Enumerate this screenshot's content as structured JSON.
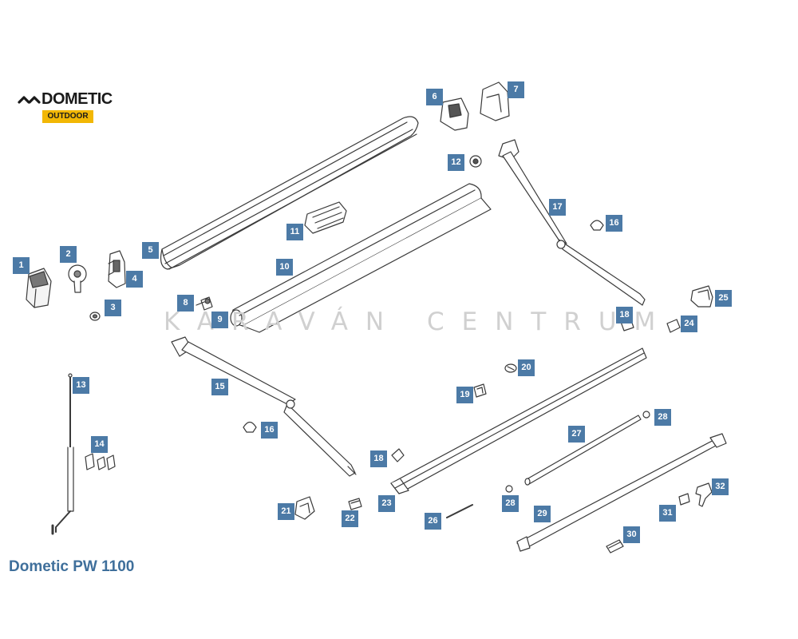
{
  "brand": {
    "name": "DOMETIC",
    "badge": "OUTDOOR",
    "badge_color": "#f2b705"
  },
  "product_title": "Dometic PW 1100",
  "watermark": "KARAVÁN CENTRUM",
  "tag_color": "#4c7aa6",
  "part_numbers": [
    "1",
    "2",
    "3",
    "4",
    "5",
    "6",
    "7",
    "8",
    "9",
    "10",
    "11",
    "12",
    "13",
    "14",
    "15",
    "16",
    "16",
    "17",
    "18",
    "18",
    "19",
    "20",
    "21",
    "22",
    "23",
    "24",
    "25",
    "26",
    "27",
    "28",
    "28",
    "29",
    "30",
    "31",
    "32"
  ]
}
